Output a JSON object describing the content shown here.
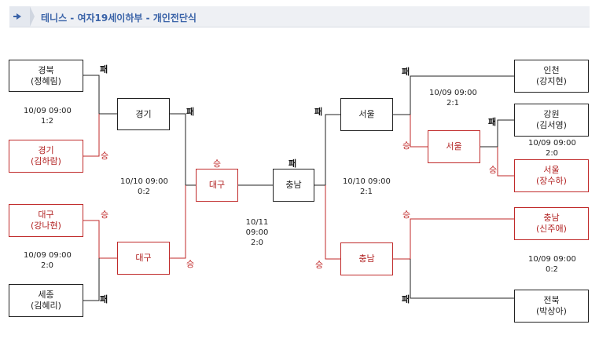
{
  "header": {
    "title": "테니스 - 여자19세이하부 - 개인전단식",
    "icon": "arrow-right-icon"
  },
  "marks": {
    "win": "승",
    "lose": "패"
  },
  "boxes": {
    "gyeongbuk": {
      "team": "경북",
      "player": "(정혜림)"
    },
    "gyeonggi_r1": {
      "team": "경기",
      "player": "(김하람)"
    },
    "daegu_r1": {
      "team": "대구",
      "player": "(강나현)"
    },
    "sejong": {
      "team": "세종",
      "player": "(김혜리)"
    },
    "gyeonggi_qf": {
      "team": "경기"
    },
    "daegu_qf": {
      "team": "대구"
    },
    "daegu_sf": {
      "team": "대구"
    },
    "chungnam_final": {
      "team": "충남"
    },
    "seoul_sf": {
      "team": "서울"
    },
    "chungnam_sf": {
      "team": "충남"
    },
    "seoul_qf": {
      "team": "서울"
    },
    "incheon": {
      "team": "인천",
      "player": "(강지현)"
    },
    "gangwon": {
      "team": "강원",
      "player": "(김서영)"
    },
    "seoul_r1": {
      "team": "서울",
      "player": "(장수하)"
    },
    "chungnam_r1": {
      "team": "충남",
      "player": "(신주애)"
    },
    "jeonbuk": {
      "team": "전북",
      "player": "(박상아)"
    }
  },
  "matches": {
    "left_r1_top": {
      "datetime": "10/09 09:00",
      "score": "1:2"
    },
    "left_r1_bottom": {
      "datetime": "10/09 09:00",
      "score": "2:0"
    },
    "left_qf": {
      "datetime": "10/10 09:00",
      "score": "0:2"
    },
    "final": {
      "date": "10/11",
      "time": "09:00",
      "score": "2:0"
    },
    "right_qf": {
      "datetime": "10/10 09:00",
      "score": "2:1"
    },
    "right_r1_top": {
      "datetime": "10/09 09:00",
      "score": "2:1"
    },
    "right_r1_mid": {
      "datetime": "10/09 09:00",
      "score": "2:0"
    },
    "right_r1_bottom": {
      "datetime": "10/09 09:00",
      "score": "0:2"
    }
  },
  "colors": {
    "win_line": "#c02a2a",
    "lose_line": "#222222",
    "title": "#3a63a8"
  }
}
